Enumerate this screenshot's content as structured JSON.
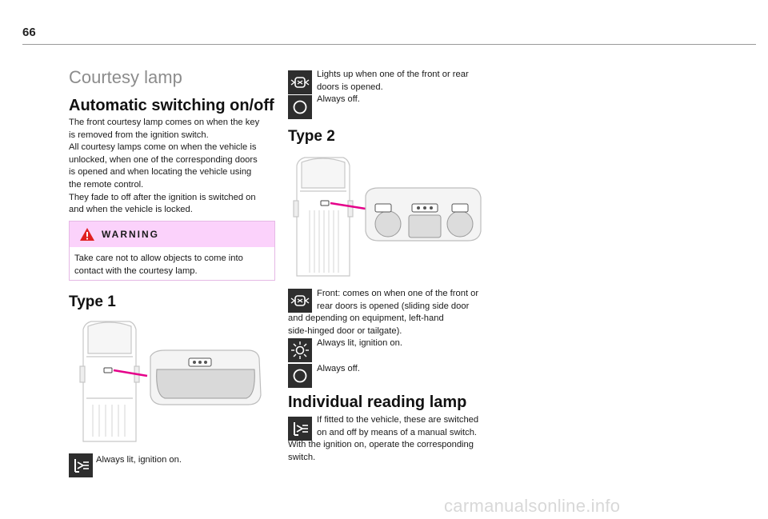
{
  "page": {
    "number": "66",
    "footer": "carmanualsonline.info"
  },
  "section_title": "Courtesy lamp",
  "auto": {
    "heading": "Automatic switching on/off",
    "para1_lines": [
      "The front courtesy lamp comes on when the key",
      "is removed from the ignition switch."
    ],
    "para2_lines": [
      "All courtesy lamps come on when the vehicle is",
      "unlocked, when one of the corresponding doors",
      "is opened and when locating the vehicle using",
      "the remote control."
    ],
    "para3_lines": [
      "They fade to off after the ignition is switched on",
      "and when the vehicle is locked."
    ]
  },
  "warning": {
    "title": "WARNING",
    "lines": [
      "Take care not to allow objects to come into",
      "contact with the courtesy lamp."
    ],
    "color": "#fbd2fb"
  },
  "type1": {
    "heading": "Type 1",
    "caption_always_lit": "Always lit, ignition on."
  },
  "type1_modes": {
    "door_lines": [
      "Lights up when one of the front or rear",
      "doors is opened."
    ],
    "off": "Always off."
  },
  "type2": {
    "heading": "Type 2",
    "front_lines": [
      "Front: comes on when one of the front or",
      "rear doors is opened (sliding side door",
      "and depending on equipment, left-hand",
      "side-hinged door or tailgate)."
    ],
    "always_lit": "Always lit, ignition on.",
    "off": "Always off."
  },
  "reading": {
    "heading": "Individual reading lamp",
    "lines": [
      "If fitted to the vehicle, these are switched",
      "on and off by means of a manual switch.",
      "With the ignition on, operate the corresponding",
      "switch."
    ]
  },
  "icons": [
    "door-lamp-icon",
    "off-circle-icon",
    "sun-icon",
    "reading-lamp-icon",
    "warning-triangle-icon"
  ],
  "colors": {
    "accent_pink": "#e5008a",
    "icon_bg": "#2e2e2e",
    "title_gray": "#8c8c8c"
  }
}
